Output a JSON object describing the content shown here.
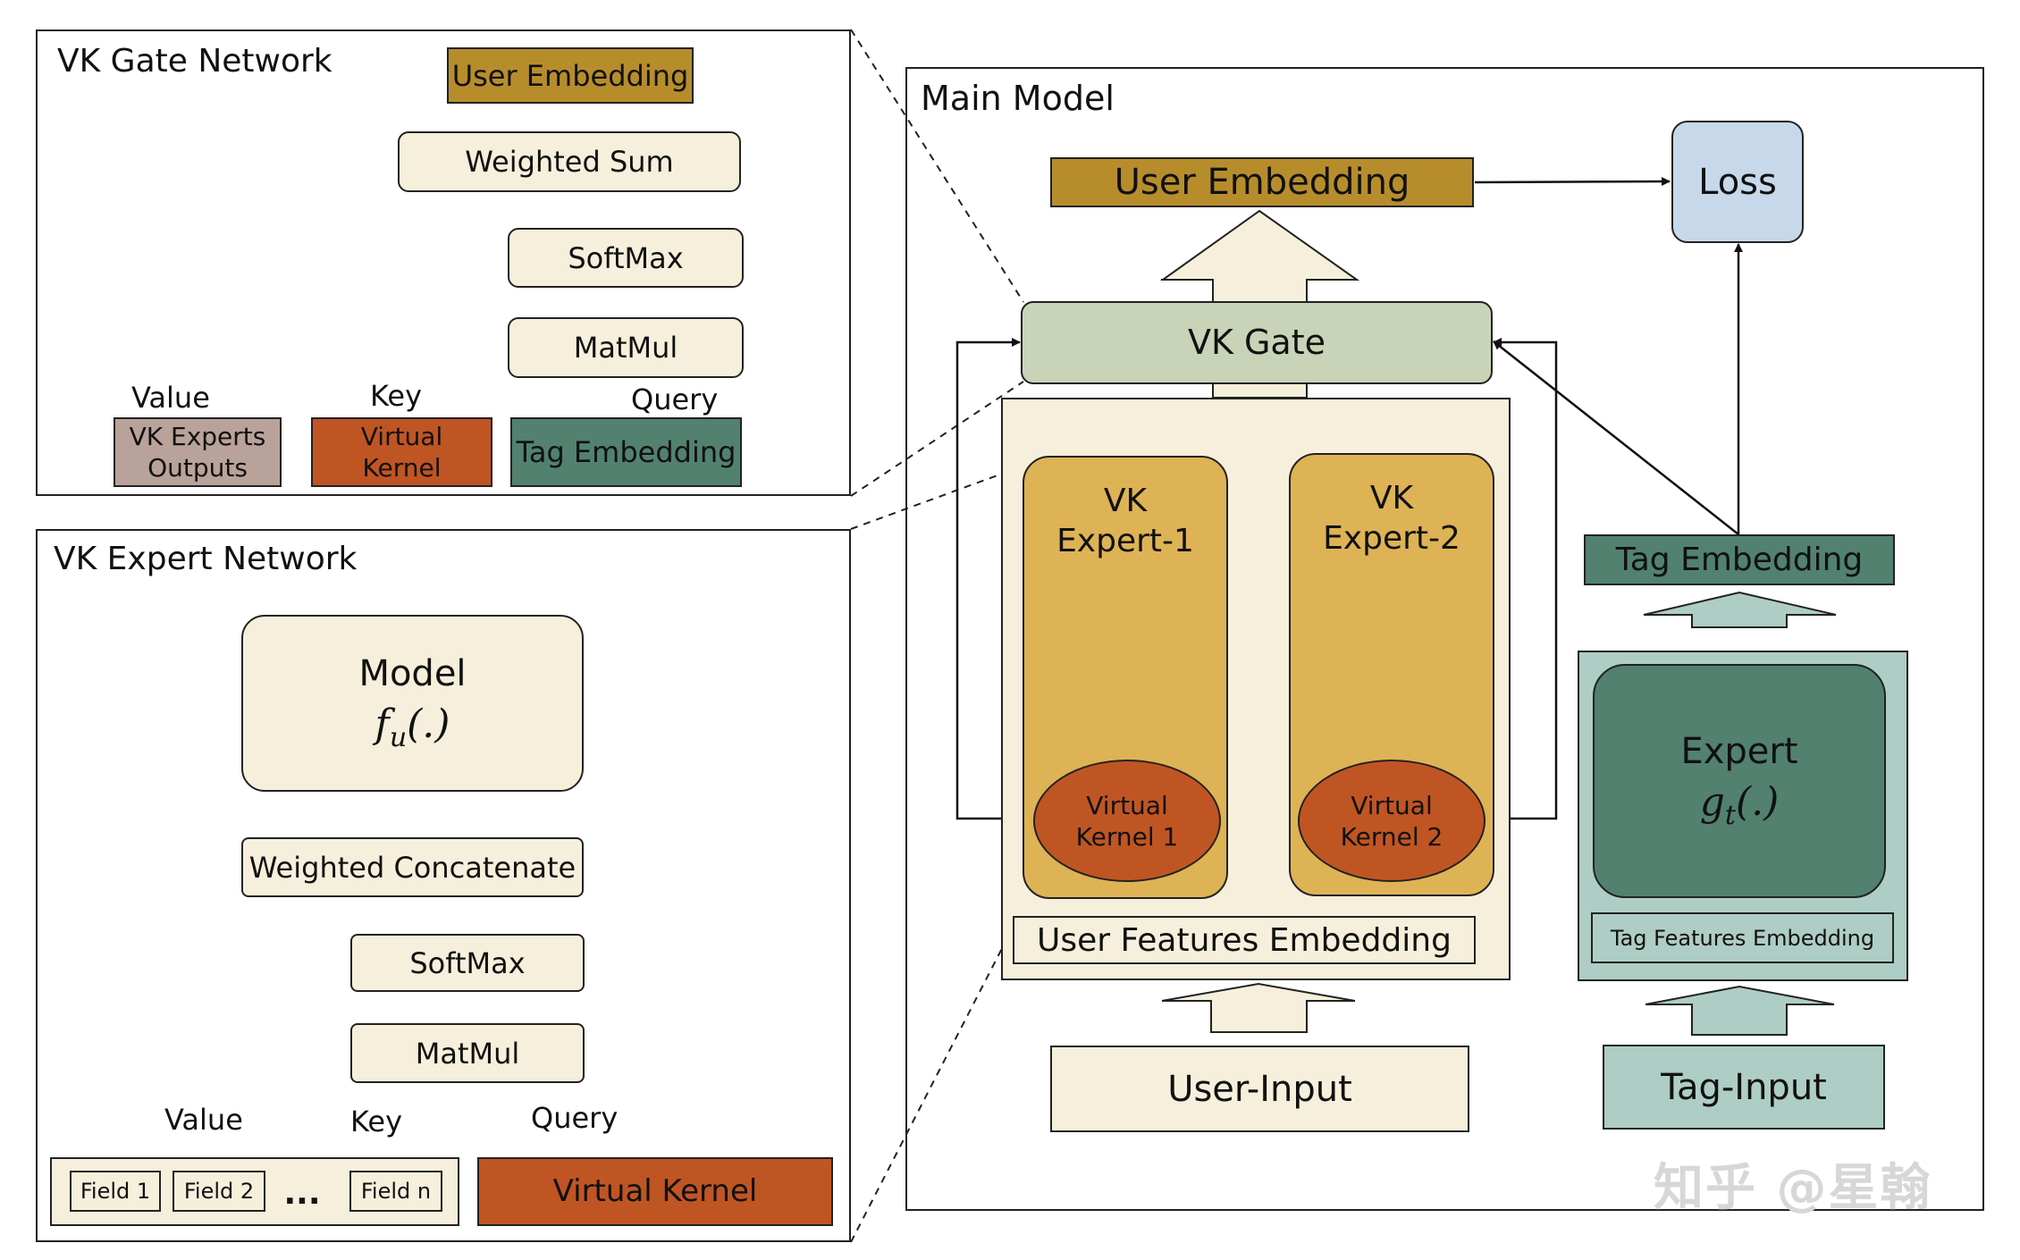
{
  "gate_network": {
    "title": "VK Gate Network",
    "user_embedding": "User Embedding",
    "weighted_sum": "Weighted Sum",
    "softmax": "SoftMax",
    "matmul": "MatMul",
    "value_label": "Value",
    "key_label": "Key",
    "query_label": "Query",
    "vk_experts_outputs": "VK Experts\nOutputs",
    "virtual_kernel": "Virtual\nKernel",
    "tag_embedding": "Tag Embedding"
  },
  "expert_network": {
    "title": "VK Expert Network",
    "model_label": "Model",
    "model_fn": "f",
    "model_sub": "u",
    "model_args": "(.)",
    "weighted_concat": "Weighted Concatenate",
    "softmax": "SoftMax",
    "matmul": "MatMul",
    "value_label": "Value",
    "key_label": "Key",
    "query_label": "Query",
    "fields": [
      "Field 1",
      "Field 2",
      "...",
      "Field n"
    ],
    "virtual_kernel": "Virtual Kernel"
  },
  "main_model": {
    "title": "Main Model",
    "user_embedding": "User Embedding",
    "loss": "Loss",
    "vk_gate": "VK Gate",
    "expert1": "VK\nExpert-1",
    "expert2": "VK\nExpert-2",
    "kernel1": "Virtual\nKernel 1",
    "kernel2": "Virtual\nKernel 2",
    "user_features_embedding": "User Features Embedding",
    "user_input": "User-Input",
    "tag_embedding": "Tag Embedding",
    "expert_label": "Expert",
    "expert_fn": "g",
    "expert_sub": "t",
    "expert_args": "(.)",
    "tag_features_embedding": "Tag Features Embedding",
    "tag_input": "Tag-Input"
  },
  "watermark": "知乎 @星翰",
  "colors": {
    "cream": "#f6efdc",
    "gold": "#b78d2c",
    "teal": "#52816f",
    "rust": "#c05524",
    "mauve": "#b9a29a",
    "sage": "#c9d3b8",
    "light_blue": "#c6d8ea",
    "light_teal": "#aecdc5",
    "expert_gold": "#deb355"
  }
}
